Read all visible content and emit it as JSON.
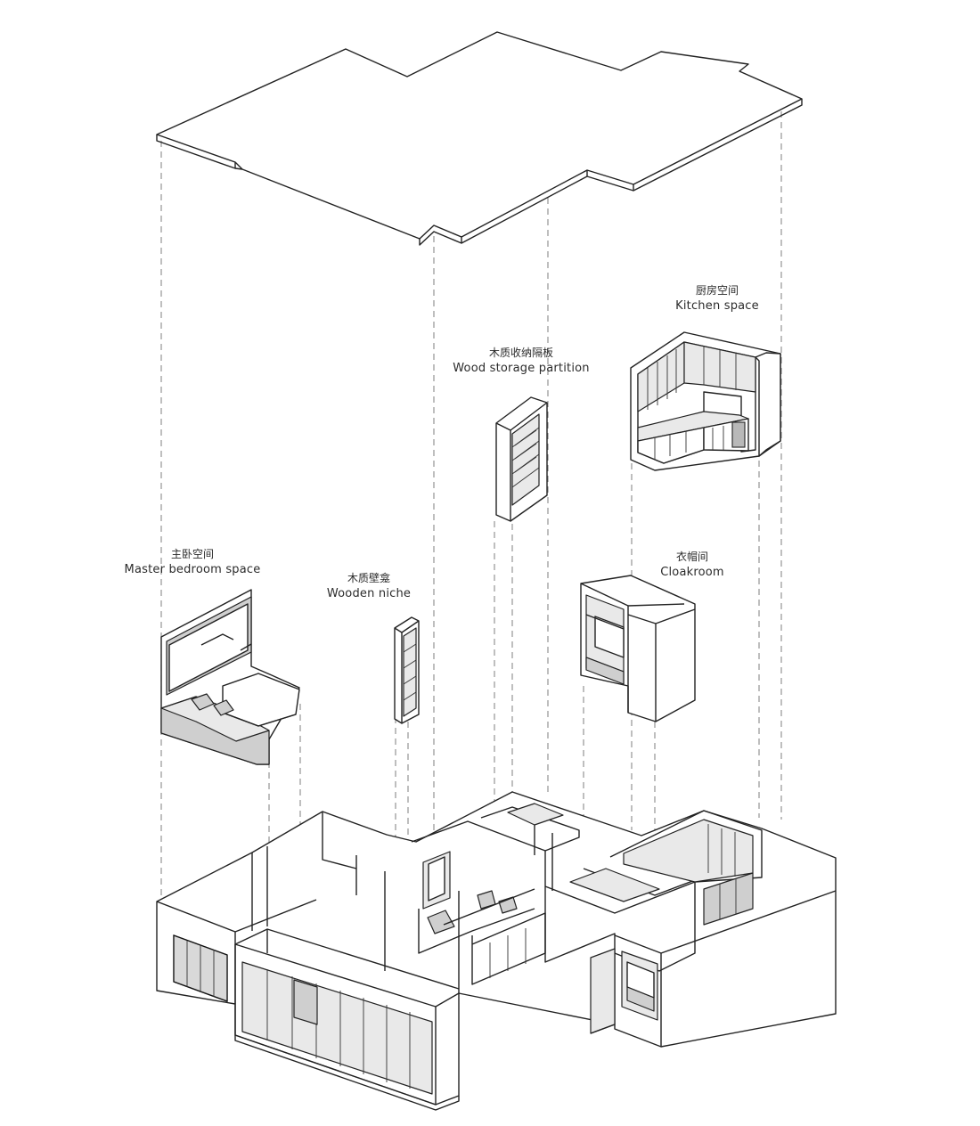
{
  "labels": {
    "kitchen": {
      "zh": "厨房空间",
      "en": "Kitchen space"
    },
    "partition": {
      "zh": "木质收纳隔板",
      "en": "Wood storage partition"
    },
    "bedroom": {
      "zh": "主卧空间",
      "en": "Master bedroom space"
    },
    "niche": {
      "zh": "木质壁龛",
      "en": "Wooden niche"
    },
    "cloakroom": {
      "zh": "衣帽间",
      "en": "Cloakroom"
    }
  },
  "colors": {
    "line": "#222222",
    "dashed_guide": "#8a8a8a",
    "fill_light": "#e9e9e9",
    "fill_mid": "#cfcfcf",
    "background": "#ffffff"
  }
}
